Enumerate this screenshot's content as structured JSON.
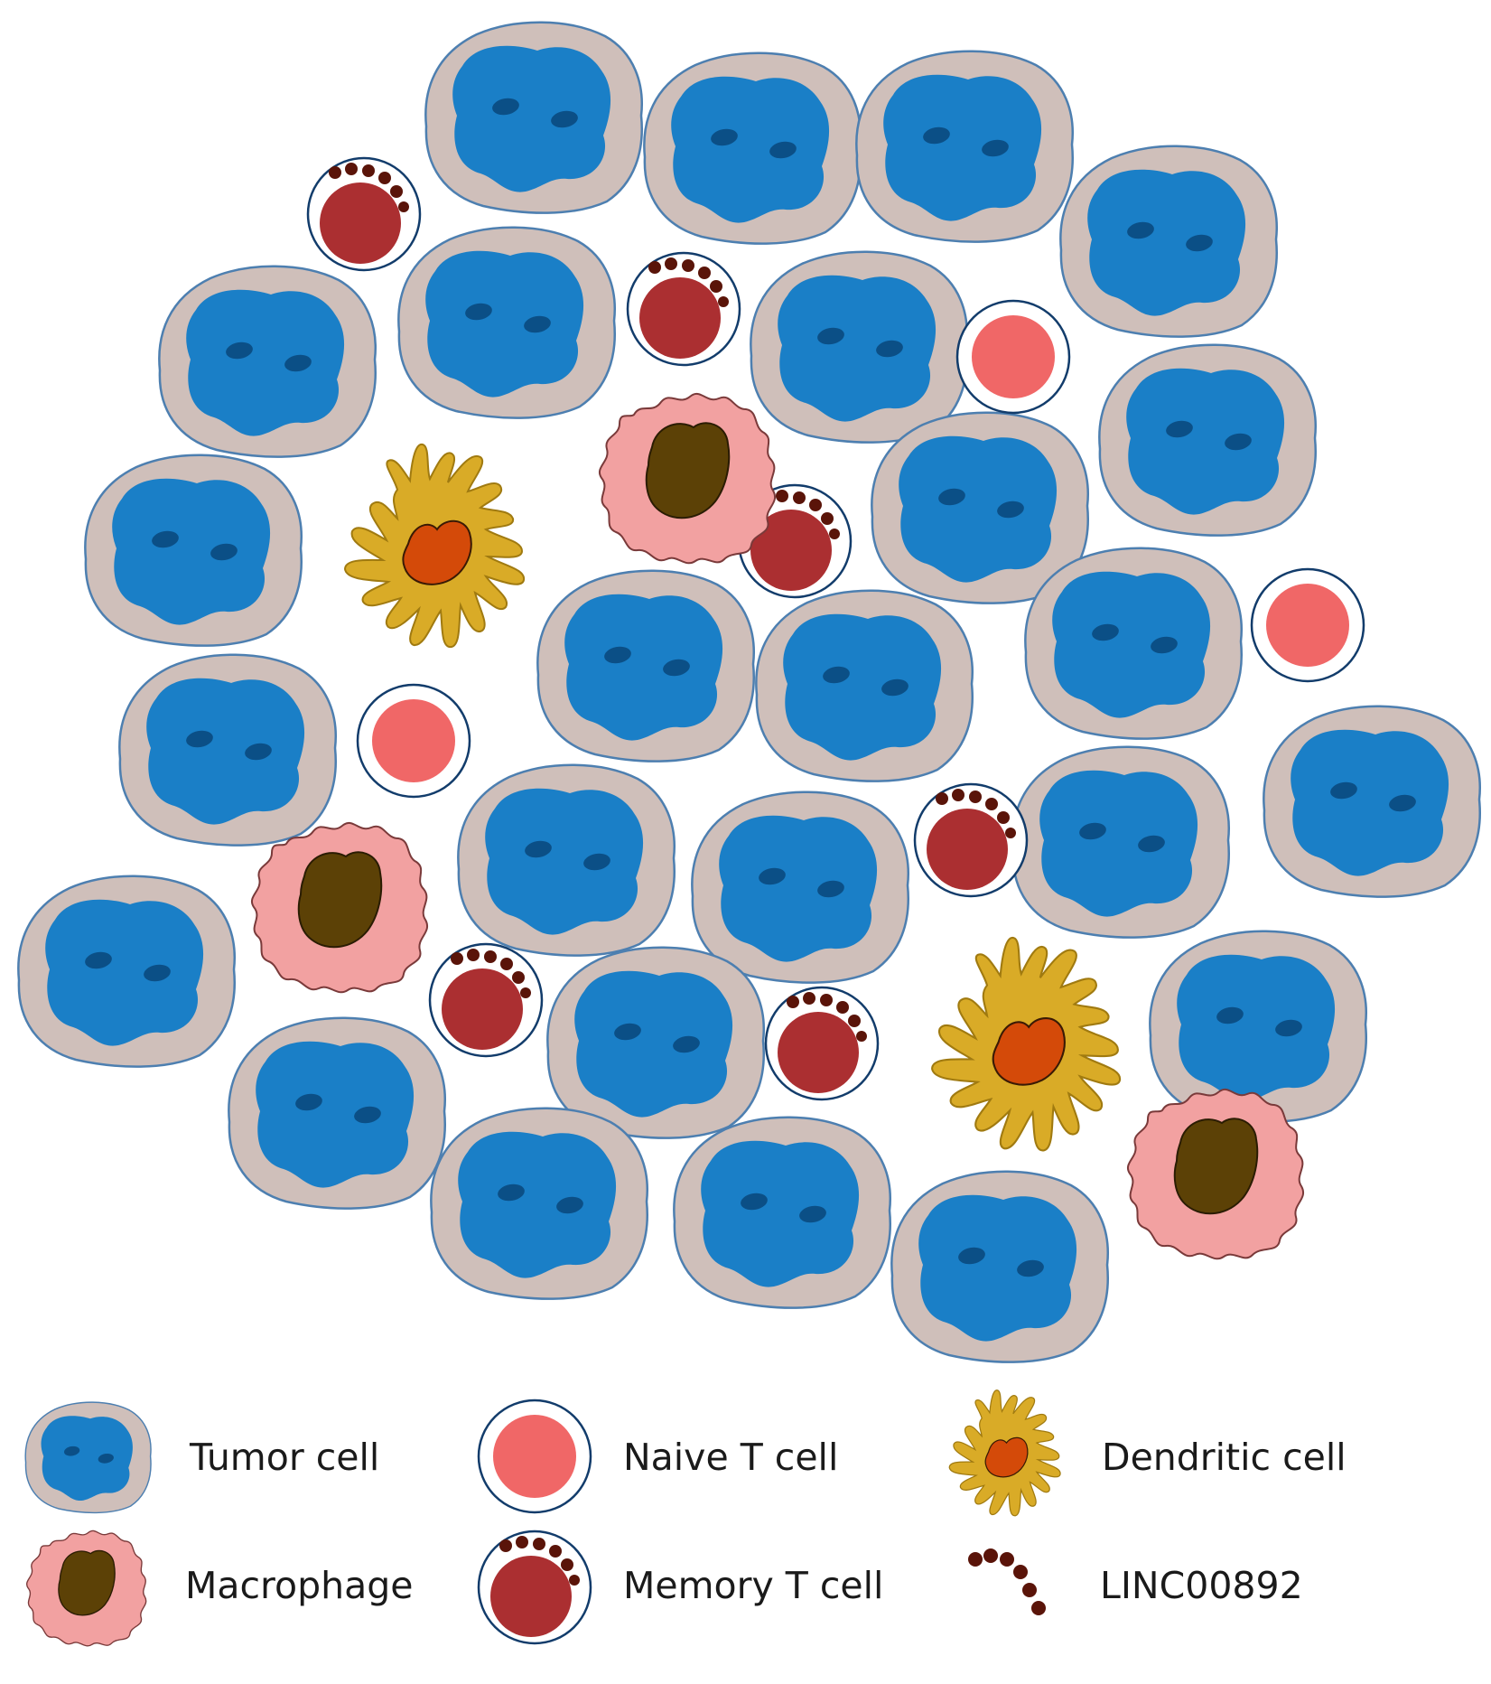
{
  "colors": {
    "tumor_cytoplasm": "#cfbfba",
    "tumor_outline": "#4d7fb0",
    "tumor_nucleus": "#1a7fc7",
    "tumor_nucleolus": "#0b4f86",
    "naive_t_cell": "#f06767",
    "memory_t_cell": "#ab2f31",
    "linc_granule": "#5a1409",
    "t_cell_ring": "#123c6b",
    "dendritic_body": "#d9ab27",
    "dendritic_nucleus": "#d44a09",
    "macrophage_body": "#f2a1a1",
    "macrophage_nucleus": "#5c4106"
  },
  "legend": {
    "tumor_cell": "Tumor cell",
    "naive_t_cell": "Naive T cell",
    "dendritic_cell": "Dendritic cell",
    "macrophage": "Macrophage",
    "memory_t_cell": "Memory T cell",
    "linc": "LINC00892"
  }
}
